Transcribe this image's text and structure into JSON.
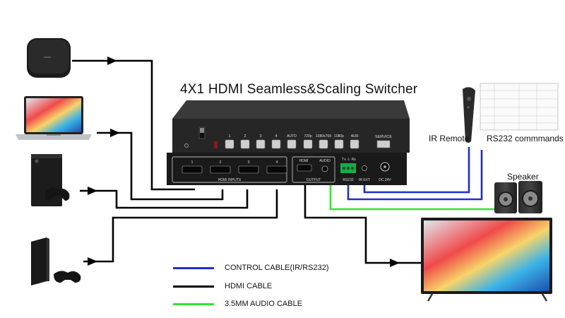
{
  "title": "4X1 HDMI Seamless&Scaling Switcher",
  "colors": {
    "control": "#1f2fc9",
    "hdmi": "#000000",
    "audio": "#2ee82e",
    "device_body": "#2b2b2b",
    "panel": "#1a1a1a"
  },
  "front_panel": {
    "input_buttons": [
      "1",
      "2",
      "3",
      "4"
    ],
    "mode_buttons": [
      "AUTO",
      "720p",
      "1080x768",
      "1080p",
      "4k30"
    ],
    "service_label": "SERVICE"
  },
  "rear_panel": {
    "hdmi_inputs": [
      "1",
      "2",
      "3",
      "4"
    ],
    "inputs_label": "HDMI INPUTS",
    "output_hdmi_label": "HDMI",
    "output_audio_label": "AUDIO",
    "output_label": "OUTPUT",
    "rs232_pins": "Tx ⏚ Rx",
    "rs232_label": "RS232",
    "ir_ext_label": "IR EXT",
    "power_label": "DC 24V"
  },
  "labels": {
    "ir_remote": "IR Remote",
    "rs232_commands": "RS232 commmands",
    "speaker": "Speaker"
  },
  "legend": [
    {
      "text": "CONTROL CABLE(IR/RS232)",
      "color": "#1f2fc9"
    },
    {
      "text": "HDMI CABLE",
      "color": "#000000"
    },
    {
      "text": "3.5MM AUDIO CABLE",
      "color": "#2ee82e"
    }
  ],
  "icons": [
    "media-box-icon",
    "laptop-icon",
    "xbox-console-icon",
    "playstation-console-icon",
    "ir-remote-icon",
    "rs232-document-icon",
    "speaker-icon",
    "tv-icon"
  ]
}
